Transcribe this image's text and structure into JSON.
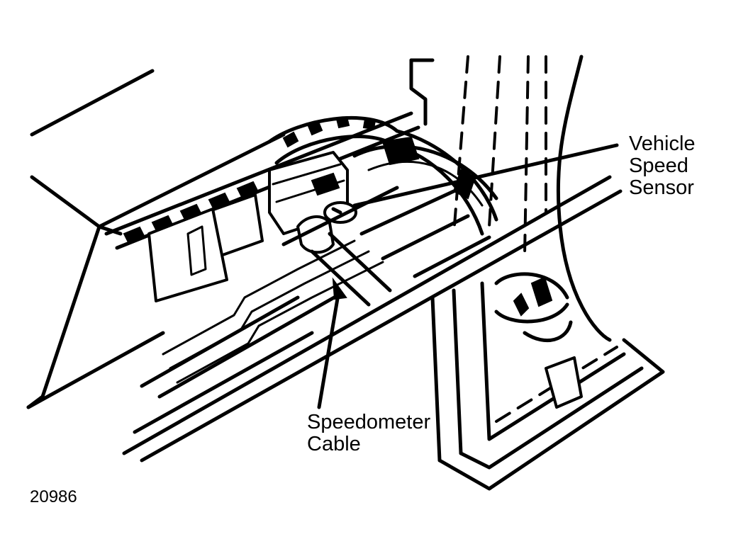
{
  "labels": {
    "vehicle_speed_sensor": [
      "Vehicle",
      "Speed",
      "Sensor"
    ],
    "speedometer_cable": [
      "Speedometer",
      "Cable"
    ]
  },
  "figure_number": "20986",
  "colors": {
    "ink": "#000000",
    "paper": "#ffffff"
  }
}
